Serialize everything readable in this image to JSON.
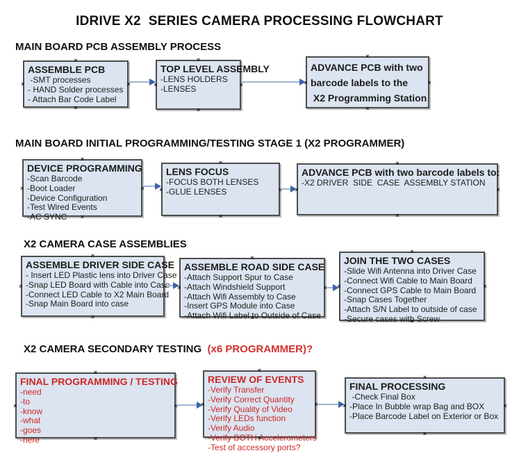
{
  "title": "IDRIVE X2  SERIES CAMERA PROCESSING FLOWCHART",
  "colors": {
    "box_fill": "#dbe4f0",
    "box_border": "#4c4c4c",
    "arrow_line": "#a2b5d2",
    "arrow_head": "#3d63a8",
    "red_text": "#cc2727",
    "heading_suffix_red": "#d03230"
  },
  "sections": [
    {
      "heading": "MAIN BOARD PCB ASSEMBLY PROCESS",
      "boxes": [
        {
          "title_lines": [
            "ASSEMBLE PCB"
          ],
          "items": [
            " -SMT processes",
            "- HAND Solder processes",
            "- Attach Bar Code Label"
          ]
        },
        {
          "title_lines": [
            "TOP LEVEL ASSEMBLY"
          ],
          "items": [
            "-LENS HOLDERS",
            "-LENSES"
          ]
        },
        {
          "title_lines": [
            "ADVANCE PCB with two",
            "barcode labels to the",
            " X2 Programming Station"
          ],
          "items": []
        }
      ]
    },
    {
      "heading": "MAIN BOARD INITIAL PROGRAMMING/TESTING STAGE 1 (X2 PROGRAMMER)",
      "boxes": [
        {
          "title_lines": [
            "DEVICE PROGRAMMING"
          ],
          "items": [
            "-Scan Barcode",
            "-Boot Loader",
            "-Device Configuration",
            "-Test Wired Events",
            "-AC SYNC"
          ]
        },
        {
          "title_lines": [
            "LENS FOCUS"
          ],
          "items": [
            "-FOCUS BOTH LENSES",
            "-GLUE LENSES"
          ]
        },
        {
          "title_lines": [
            "ADVANCE PCB with two barcode labels to:"
          ],
          "items": [
            "-X2 DRIVER  SIDE  CASE  ASSEMBLY STATION"
          ]
        }
      ]
    },
    {
      "heading": "X2 CAMERA CASE ASSEMBLIES",
      "boxes": [
        {
          "title_lines": [
            "ASSEMBLE DRIVER SIDE CASE"
          ],
          "items": [
            "- Insert LED Plastic lens into Driver Case",
            "-Snap LED Board with Cable into Case",
            "-Connect LED Cable to X2 Main Board",
            "-Snap Main Board into case"
          ]
        },
        {
          "title_lines": [
            "ASSEMBLE ROAD SIDE CASE"
          ],
          "items": [
            "-Attach Support Spur to Case",
            "-Attach Windshield Support",
            "-Attach Wifi Assembly to Case",
            "-Insert GPS Module into Case",
            "-Attach Wifi Label to Outside of Case"
          ]
        },
        {
          "title_lines": [
            "JOIN THE TWO CASES"
          ],
          "items": [
            "-Slide Wifi Antenna into Driver Case",
            "-Connect Wifi Cable to Main Board",
            "-Connect GPS Cable to Main Board",
            "-Snap Cases Together",
            "-Attach S/N Label to outside of case",
            "-Secure cases with Screw"
          ]
        }
      ]
    },
    {
      "heading": "X2 CAMERA SECONDARY TESTING  ",
      "heading_suffix": "(x6 PROGRAMMER)?",
      "boxes": [
        {
          "title_lines": [
            "FINAL PROGRAMMING / TESTING"
          ],
          "items": [
            "-need",
            "-to",
            "-know",
            "-what",
            "-goes",
            "-here"
          ],
          "text_color": "#cc2727"
        },
        {
          "title_lines": [
            "REVIEW OF EVENTS"
          ],
          "items": [
            "-Verify Transfer",
            "-Verify Correct Quantity",
            "-Verify Quality of Video",
            "-Verify LEDs function",
            "-Verify Audio",
            "-Verify BOTH Accelerometers",
            "-Test of accessory ports?"
          ],
          "text_color": "#cc2727"
        },
        {
          "title_lines": [
            "FINAL PROCESSING"
          ],
          "items": [
            " -Check Final Box",
            "-Place In Bubble wrap Bag and BOX",
            "-Place Barcode Label on Exterior or Box"
          ]
        }
      ]
    }
  ]
}
